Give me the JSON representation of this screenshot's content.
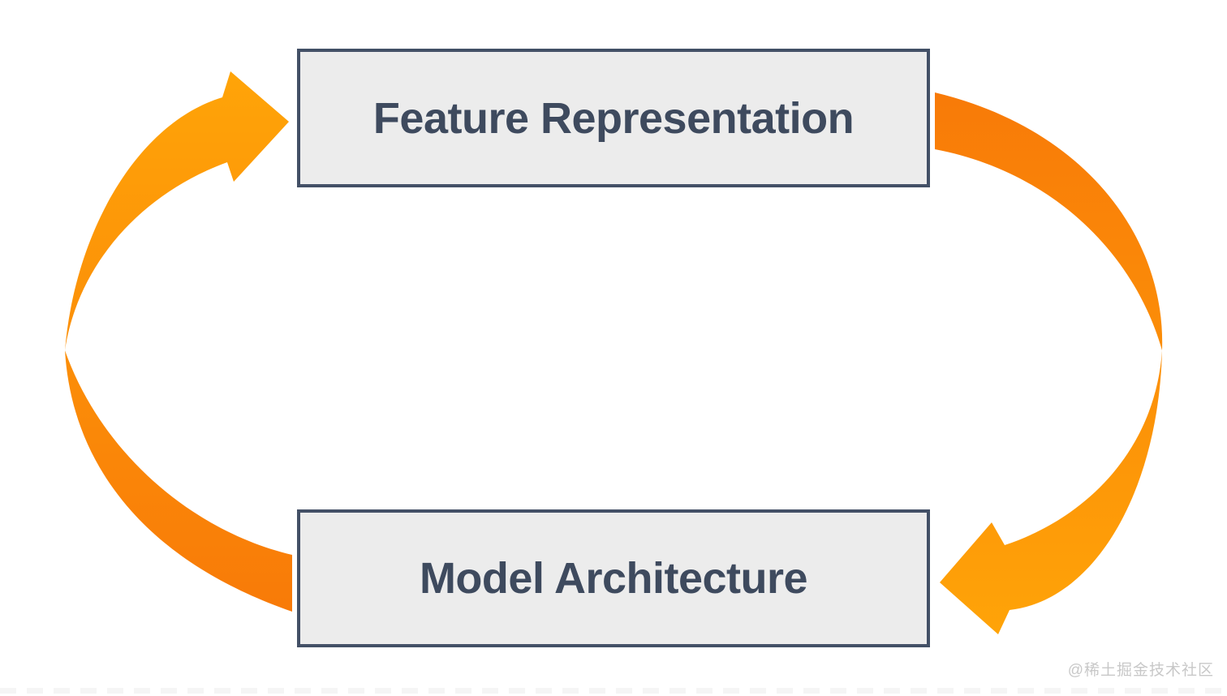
{
  "diagram": {
    "title": "Feature Representation / Model Architecture cycle",
    "nodes": [
      {
        "id": "feature-representation",
        "label": "Feature Representation",
        "position": "top"
      },
      {
        "id": "model-architecture",
        "label": "Model Architecture",
        "position": "bottom"
      }
    ],
    "edges": [
      {
        "from": "model-architecture",
        "to": "feature-representation",
        "side": "left",
        "direction": "up",
        "style": "tapered-curved-arrow"
      },
      {
        "from": "feature-representation",
        "to": "model-architecture",
        "side": "right",
        "direction": "down",
        "style": "tapered-curved-arrow"
      }
    ]
  },
  "watermark": {
    "text": "@稀土掘金技术社区"
  },
  "colors": {
    "background": "#FFFFFF",
    "arrow_golden": "#FFA408",
    "arrow_deep": "#F87A08",
    "box_fill": "#ECECEC",
    "box_border": "#435066",
    "box_text": "#3E4A5E",
    "watermark_text": "#C8C8C8",
    "dash_strip": "#F5F5F5"
  }
}
